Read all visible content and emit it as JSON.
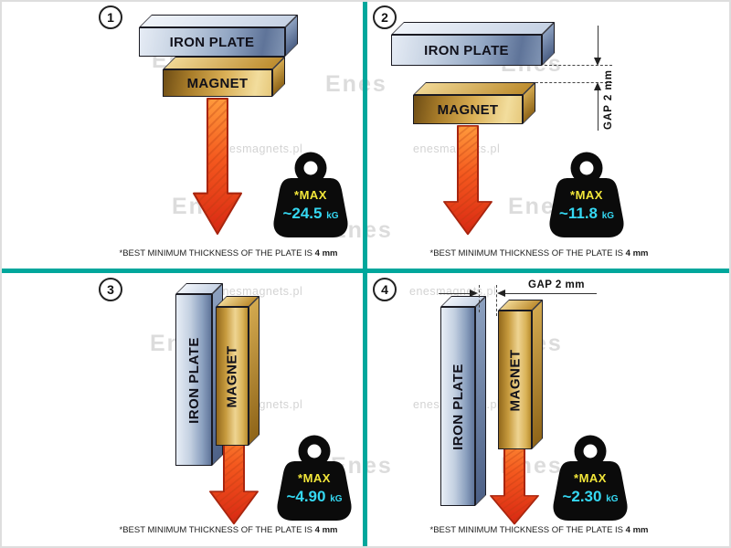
{
  "canvas": {
    "divider_color": "#00a79c"
  },
  "labels": {
    "iron_plate": "IRON PLATE",
    "magnet": "MAGNET",
    "max": "*MAX",
    "unit": "kG"
  },
  "footnote": {
    "prefix": "*BEST MINIMUM THICKNESS OF THE PLATE IS ",
    "bold": "4 mm"
  },
  "quadrants": [
    {
      "number": "1",
      "max_value": "~24.5"
    },
    {
      "number": "2",
      "max_value": "~11.8",
      "gap_label": "GAP  2 mm"
    },
    {
      "number": "3",
      "max_value": "~4.90"
    },
    {
      "number": "4",
      "max_value": "~2.30",
      "gap_label": "GAP  2 mm"
    }
  ],
  "watermark": {
    "logo": "Enes",
    "site": "enesmagnets.pl"
  }
}
